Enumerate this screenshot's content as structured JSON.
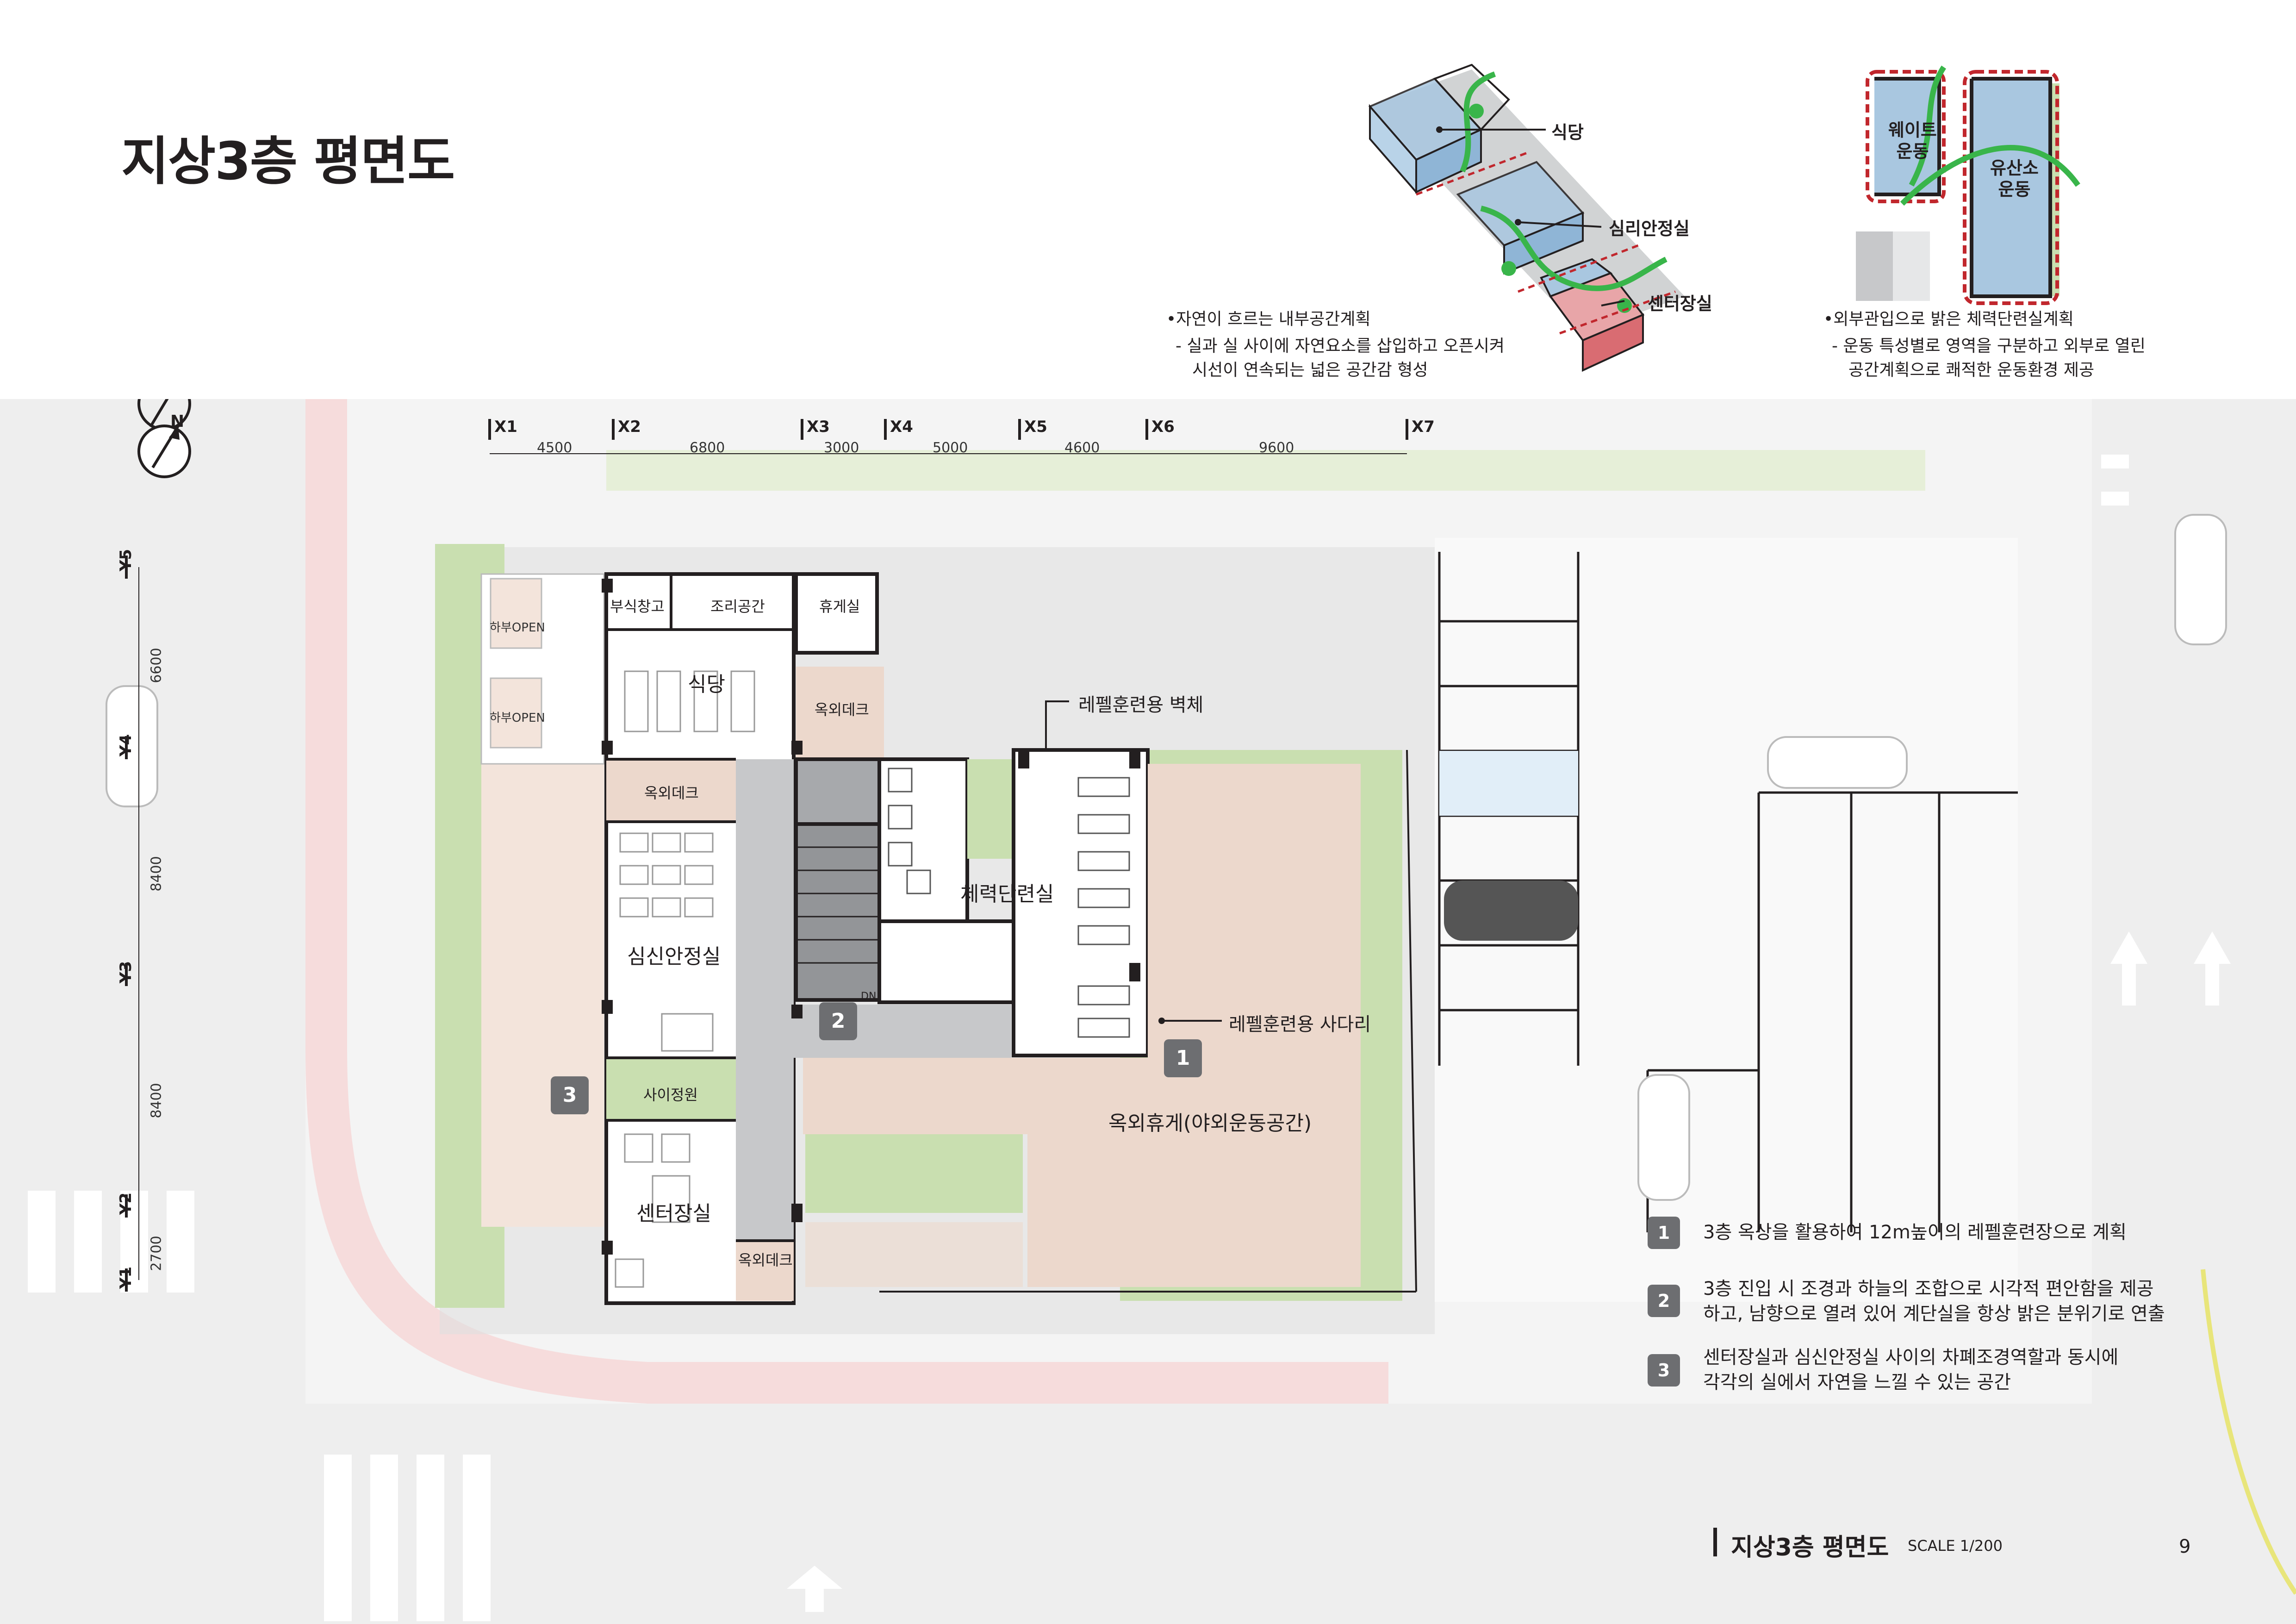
{
  "page": {
    "title": "지상3층 평면도",
    "number": "9"
  },
  "diagrams": {
    "left": {
      "callouts": [
        "식당",
        "심리안정실",
        "센터장실"
      ],
      "bullet": "•자연이 흐르는 내부공간계획",
      "lines": [
        "- 실과 실 사이에 자연요소를 삽입하고 오픈시켜",
        "시선이 연속되는 넓은 공간감 형성"
      ]
    },
    "right": {
      "callouts": [
        "웨이트\n운동",
        "유산소\n운동"
      ],
      "bullet": "•외부관입으로 밝은 체력단련실계획",
      "lines": [
        "- 운동 특성별로 영역을 구분하고 외부로 열린",
        "공간계획으로 쾌적한 운동환경 제공"
      ]
    }
  },
  "grid": {
    "x_axes": [
      "X1",
      "X2",
      "X3",
      "X4",
      "X5",
      "X6",
      "X7"
    ],
    "x_dims": [
      "4500",
      "6800",
      "3000",
      "5000",
      "4600",
      "9600"
    ],
    "y_axes": [
      "Y5",
      "Y4",
      "Y3",
      "Y2",
      "Y1"
    ],
    "y_dims": [
      "6600",
      "8400",
      "8400",
      "2700"
    ]
  },
  "rooms": {
    "storage": "부식창고",
    "kitchen": "조리공간",
    "lounge": "휴게실",
    "open_below_1": "하부OPEN",
    "open_below_2": "하부OPEN",
    "cafeteria": "식당",
    "deck_1": "옥외데크",
    "deck_2": "옥외데크",
    "deck_3": "옥외데크",
    "gym": "체력단련실",
    "counseling": "심신안정실",
    "side_garden": "사이정원",
    "director": "센터장실",
    "outdoor_rest": "옥외휴게(야외운동공간)",
    "dn": "DN"
  },
  "annotations": {
    "rappel_wall": "레펠훈련용 벽체",
    "rappel_ladder": "레펠훈련용 사다리"
  },
  "markers": [
    "1",
    "2",
    "3"
  ],
  "notes": [
    {
      "num": "1",
      "lines": [
        "3층 옥상을 활용하여 12m높이의 레펠훈련장으로 계획"
      ]
    },
    {
      "num": "2",
      "lines": [
        "3층 진입 시 조경과 하늘의 조합으로 시각적 편안함을 제공",
        "하고, 남향으로 열려 있어 계단실을 항상 밝은 분위기로 연출"
      ]
    },
    {
      "num": "3",
      "lines": [
        "센터장실과 심신안정실 사이의 차폐조경역할과 동시에",
        "각각의 실에서 자연을 느낄 수 있는 공간"
      ]
    }
  ],
  "north": "N",
  "footer": {
    "title": "지상3층 평면도",
    "scale": "SCALE 1/200"
  },
  "colors": {
    "deck": "#ecd8cc",
    "grass": "#c9dfb0",
    "corridor": "#c7c8ca",
    "road": "#eeeeee",
    "bike_lane": "#f6dcdc",
    "badge": "#6d6e71",
    "red_accent": "#c1272d"
  }
}
